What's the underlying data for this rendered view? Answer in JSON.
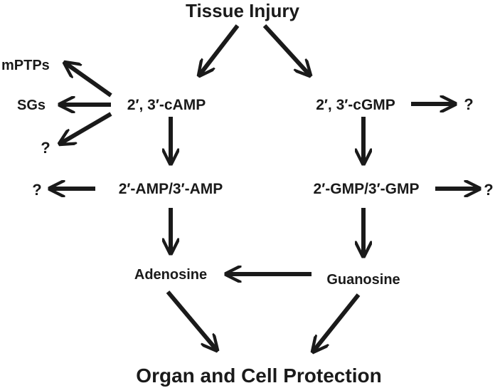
{
  "nodes": {
    "tissue_injury": "Tissue Injury",
    "camp_2_3": "2′, 3′-cAMP",
    "cgmp_2_3": "2′, 3′-cGMP",
    "mptps": "mPTPs",
    "sgs": "SGs",
    "unknown_camp": "?",
    "unknown_cgmp": "?",
    "amp_2_3": "2′-AMP/3′-AMP",
    "gmp_2_3": "2′-GMP/3′-GMP",
    "unknown_amp": "?",
    "unknown_gmp": "?",
    "adenosine": "Adenosine",
    "guanosine": "Guanosine",
    "organ_cell_protection": "Organ and Cell Protection"
  },
  "edges": [
    {
      "from": "Tissue Injury",
      "to": "2′, 3′-cAMP"
    },
    {
      "from": "Tissue Injury",
      "to": "2′, 3′-cGMP"
    },
    {
      "from": "2′, 3′-cAMP",
      "to": "mPTPs"
    },
    {
      "from": "2′, 3′-cAMP",
      "to": "SGs"
    },
    {
      "from": "2′, 3′-cAMP",
      "to": "?"
    },
    {
      "from": "2′, 3′-cGMP",
      "to": "?"
    },
    {
      "from": "2′, 3′-cAMP",
      "to": "2′-AMP/3′-AMP"
    },
    {
      "from": "2′, 3′-cGMP",
      "to": "2′-GMP/3′-GMP"
    },
    {
      "from": "2′-AMP/3′-AMP",
      "to": "?"
    },
    {
      "from": "2′-GMP/3′-GMP",
      "to": "?"
    },
    {
      "from": "2′-AMP/3′-AMP",
      "to": "Adenosine"
    },
    {
      "from": "2′-GMP/3′-GMP",
      "to": "Guanosine"
    },
    {
      "from": "Guanosine",
      "to": "Adenosine"
    },
    {
      "from": "Adenosine",
      "to": "Organ and Cell Protection"
    },
    {
      "from": "Guanosine",
      "to": "Organ and Cell Protection"
    }
  ],
  "colors": {
    "ink": "#1a1a1a",
    "background": "#ffffff"
  }
}
